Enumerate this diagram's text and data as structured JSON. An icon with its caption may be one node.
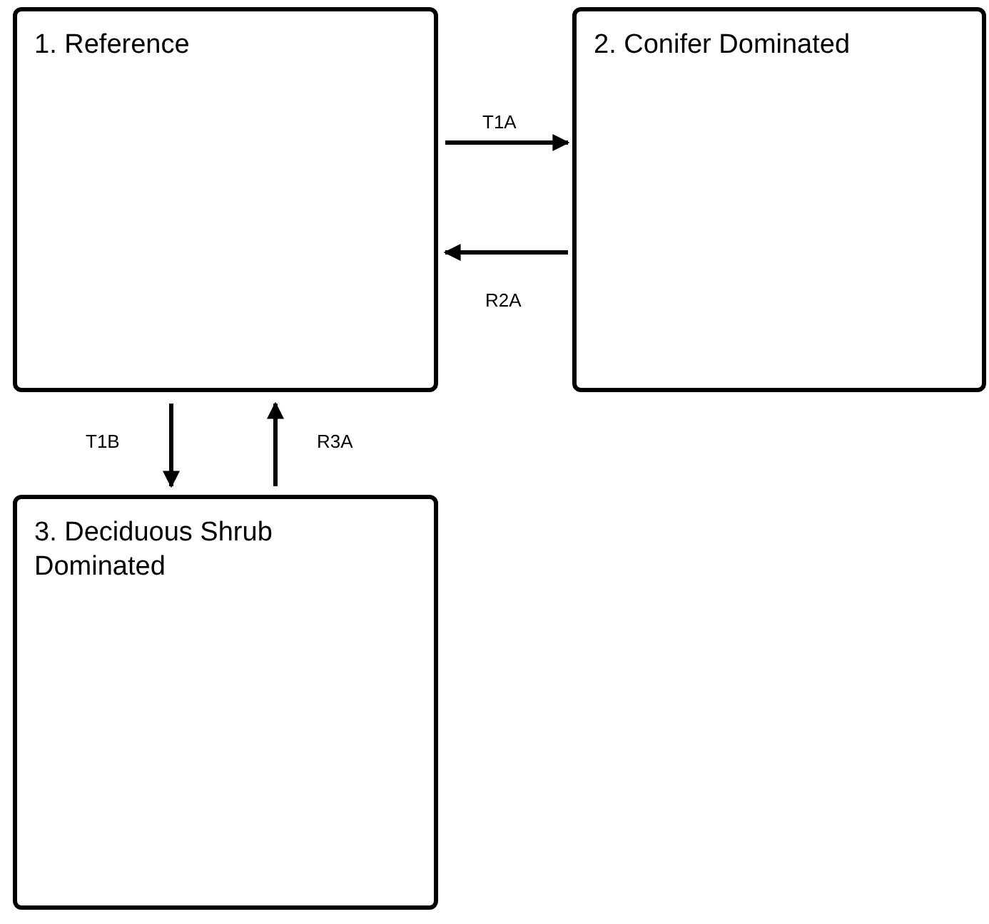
{
  "diagram": {
    "nodes": [
      {
        "text": [
          "1. Reference"
        ]
      },
      {
        "text": [
          "2. Conifer Dominated"
        ]
      },
      {
        "text": [
          "3. Deciduous Shrub Dominated"
        ]
      }
    ],
    "edges": [
      {
        "from": 0,
        "to": 1,
        "arrow": "to",
        "label": "T1A"
      },
      {
        "from": 1,
        "to": 0,
        "arrow": "to",
        "label": "R2A"
      },
      {
        "from": 0,
        "to": 2,
        "arrow": "to",
        "label": "T1B"
      },
      {
        "from": 2,
        "to": 0,
        "arrow": "to",
        "label": "R3A"
      }
    ]
  }
}
